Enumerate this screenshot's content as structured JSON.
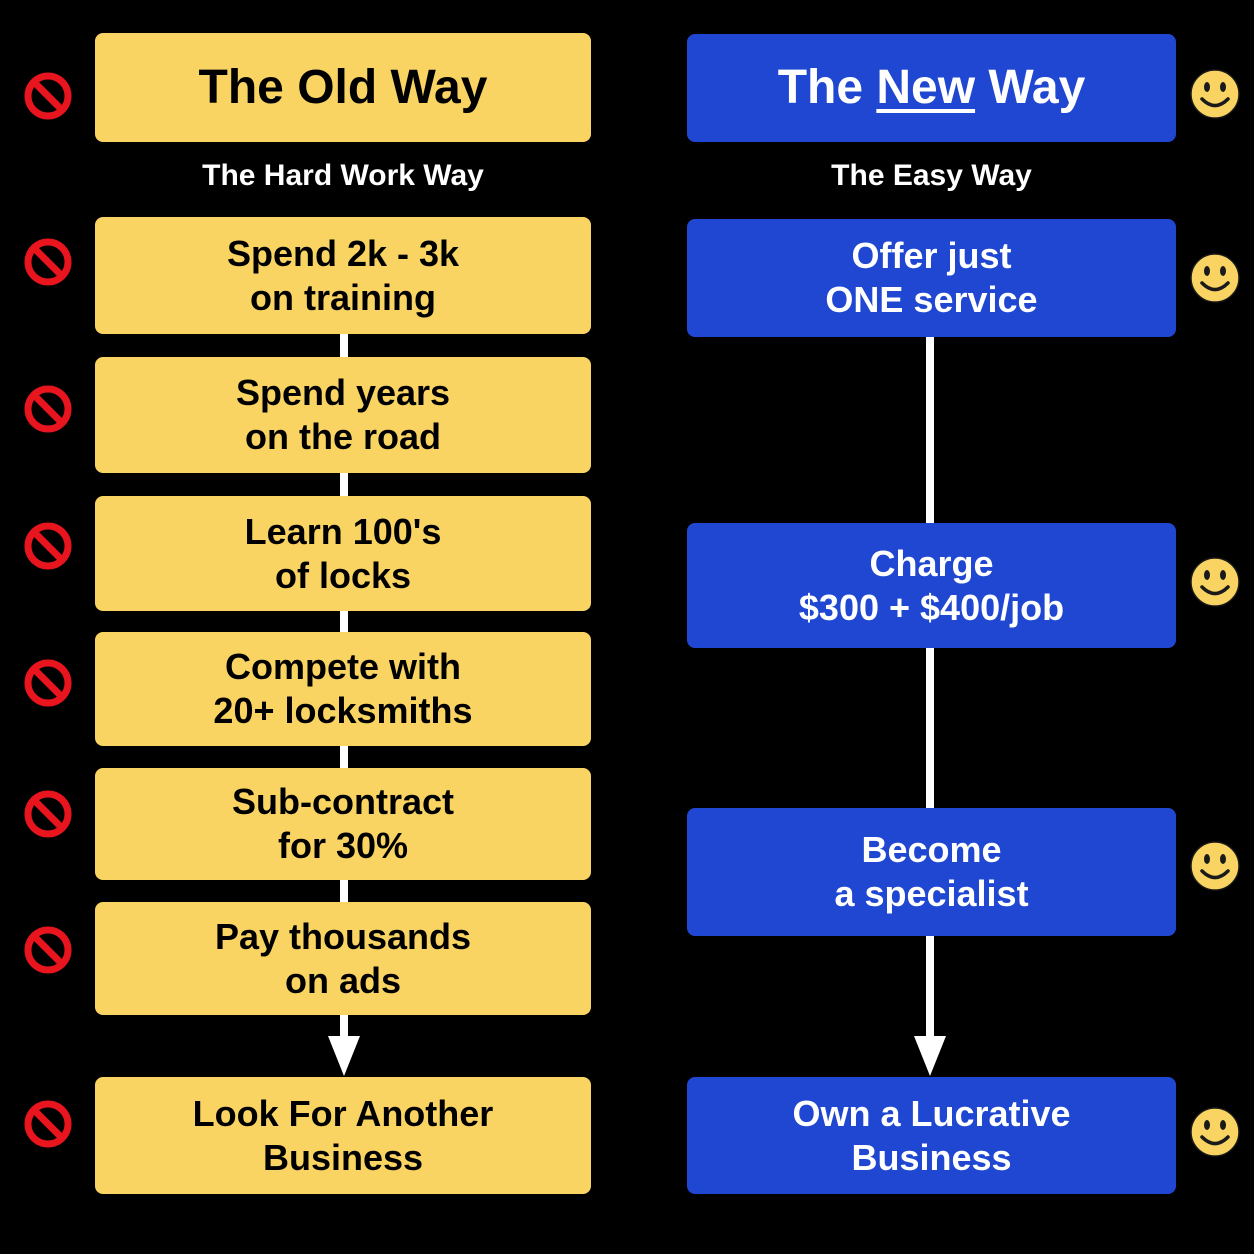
{
  "old_way": {
    "title": "The Old Way",
    "subtitle": "The Hard Work Way",
    "steps": [
      {
        "line1": "Spend 2k - 3k",
        "line2": "on training"
      },
      {
        "line1": "Spend years",
        "line2": "on the road"
      },
      {
        "line1": "Learn 100's",
        "line2": "of locks"
      },
      {
        "line1": "Compete with",
        "line2": "20+ locksmiths"
      },
      {
        "line1": "Sub-contract",
        "line2": "for 30%"
      },
      {
        "line1": "Pay thousands",
        "line2": "on ads"
      }
    ],
    "outcome": {
      "line1": "Look For Another",
      "line2": "Business"
    },
    "icon": "prohibited-icon",
    "color": "#F9D462"
  },
  "new_way": {
    "title_prefix": "The ",
    "title_emphasis": "New",
    "title_suffix": " Way",
    "subtitle": "The Easy Way",
    "steps": [
      {
        "line1": "Offer just",
        "line2": "ONE service"
      },
      {
        "line1": "Charge",
        "line2": "$300 + $400/job"
      },
      {
        "line1": "Become",
        "line2": "a specialist"
      }
    ],
    "outcome": {
      "line1": "Own a Lucrative",
      "line2": "Business"
    },
    "icon": "smiley-icon",
    "color": "#1F47D1"
  },
  "colors": {
    "background": "#000000",
    "prohibited_red": "#E8141E",
    "smiley_yellow": "#F9D462",
    "connector": "#FFFFFF"
  }
}
